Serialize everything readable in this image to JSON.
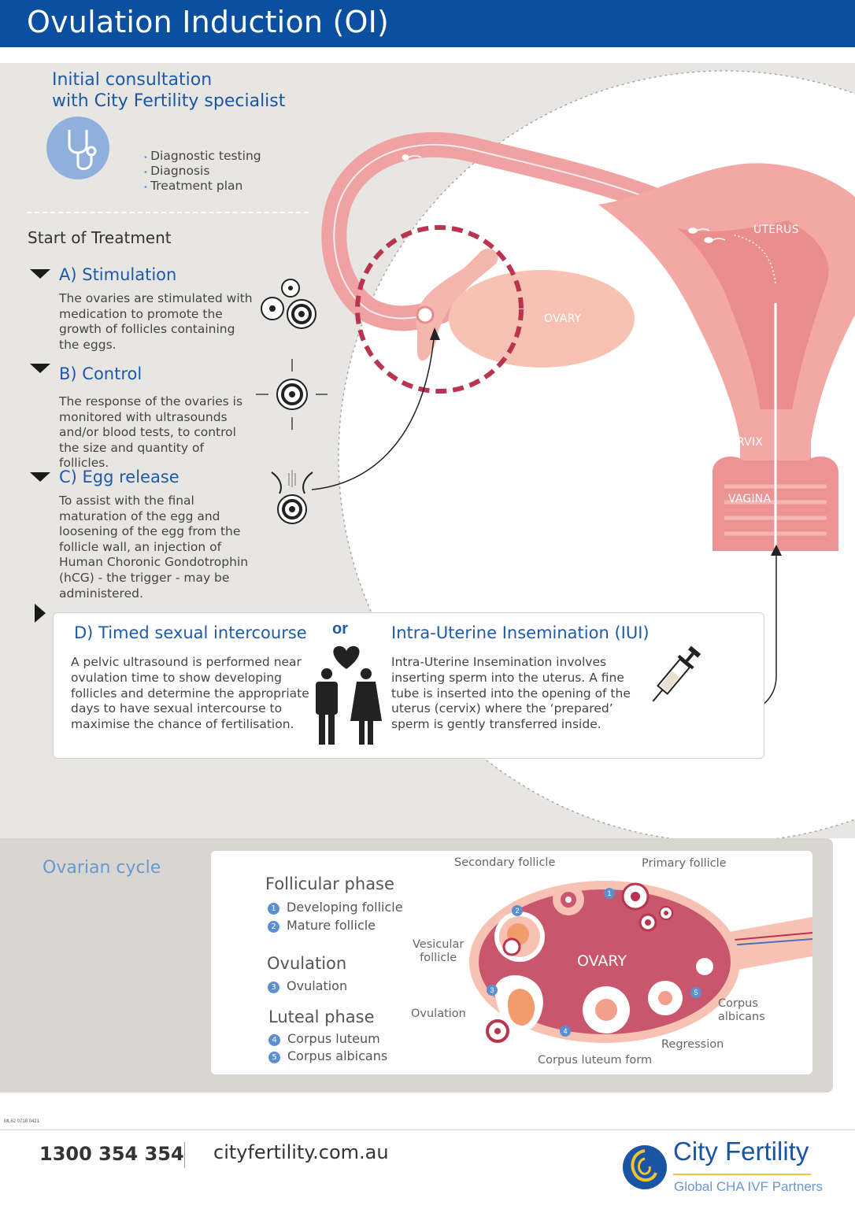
{
  "header": {
    "title": "Ovulation Induction (OI)"
  },
  "consultation": {
    "title_line1": "Initial consultation",
    "title_line2_prefix": "with ",
    "title_line2_brand": "City Fertility specialist",
    "icon": "stethoscope-icon",
    "bullets": [
      "Diagnostic testing",
      "Diagnosis",
      "Treatment plan"
    ]
  },
  "treatment": {
    "heading": "Start of Treatment",
    "steps": [
      {
        "title": "A) Stimulation",
        "body": "The ovaries are stimulated with medication to promote the growth of follicles containing the eggs.",
        "icon": "follicles-icon"
      },
      {
        "title": "B) Control",
        "body": "The response of the ovaries is monitored with ultrasounds and/or blood tests, to control the size and quantity of follicles.",
        "icon": "target-follicle-icon"
      },
      {
        "title": "C) Egg release",
        "body": "To assist with the final maturation of the egg and loosening of the egg from the follicle wall, an injection of Human Choronic Gondotrophin (hCG) - the trigger - may be administered.",
        "icon": "egg-release-icon"
      }
    ]
  },
  "options": {
    "or_label": "or",
    "tsi": {
      "title": "D) Timed sexual intercourse",
      "body": "A pelvic ultrasound is performed near ovulation  time to show developing follicles and determine the appropriate days to have sexual intercourse to maximise the chance of fertilisation.",
      "icon": "couple-heart-icon"
    },
    "iui": {
      "title": "Intra-Uterine Insemination (IUI)",
      "body": "Intra-Uterine Insemination involves inserting sperm into the uterus. A fine tube is inserted into the opening of the uterus (cervix) where the  ‘prepared’ sperm is gently transferred inside.",
      "icon": "syringe-icon"
    }
  },
  "anatomy": {
    "labels": {
      "uterus": "UTERUS",
      "ovary": "OVARY",
      "cervix": "CERVIX",
      "vagina": "VAGINA"
    },
    "colors": {
      "tissue": "#f3a8a6",
      "tissue_dark": "#e98a8c",
      "ovary": "#f7c2b3",
      "highlight": "#b8344f"
    }
  },
  "ovarian_cycle": {
    "title": "Ovarian cycle",
    "phases": [
      {
        "name": "Follicular phase",
        "items": [
          {
            "num": "1",
            "label": "Developing follicle"
          },
          {
            "num": "2",
            "label": "Mature follicle"
          }
        ]
      },
      {
        "name": "Ovulation",
        "items": [
          {
            "num": "3",
            "label": "Ovulation"
          }
        ]
      },
      {
        "name": "Luteal phase",
        "items": [
          {
            "num": "4",
            "label": "Corpus luteum"
          },
          {
            "num": "5",
            "label": "Corpus albicans"
          }
        ]
      }
    ],
    "diagram_labels": {
      "secondary": "Secondary follicle",
      "primary": "Primary follicle",
      "vesicular": "Vesicular\nfollicle",
      "ovary": "OVARY",
      "ovulation": "Ovulation",
      "corpus_albicans": "Corpus\nalbicans",
      "regression": "Regression",
      "corpus_luteum_form": "Corpus luteum form"
    },
    "markers": [
      "1",
      "2",
      "3",
      "4",
      "5"
    ]
  },
  "footer": {
    "doc_code": "ML62 0718 0421",
    "phone": "1300 354 354",
    "website": "cityfertility.com.au",
    "brand": "City Fertility",
    "brand_sub": "Global CHA IVF Partners"
  }
}
